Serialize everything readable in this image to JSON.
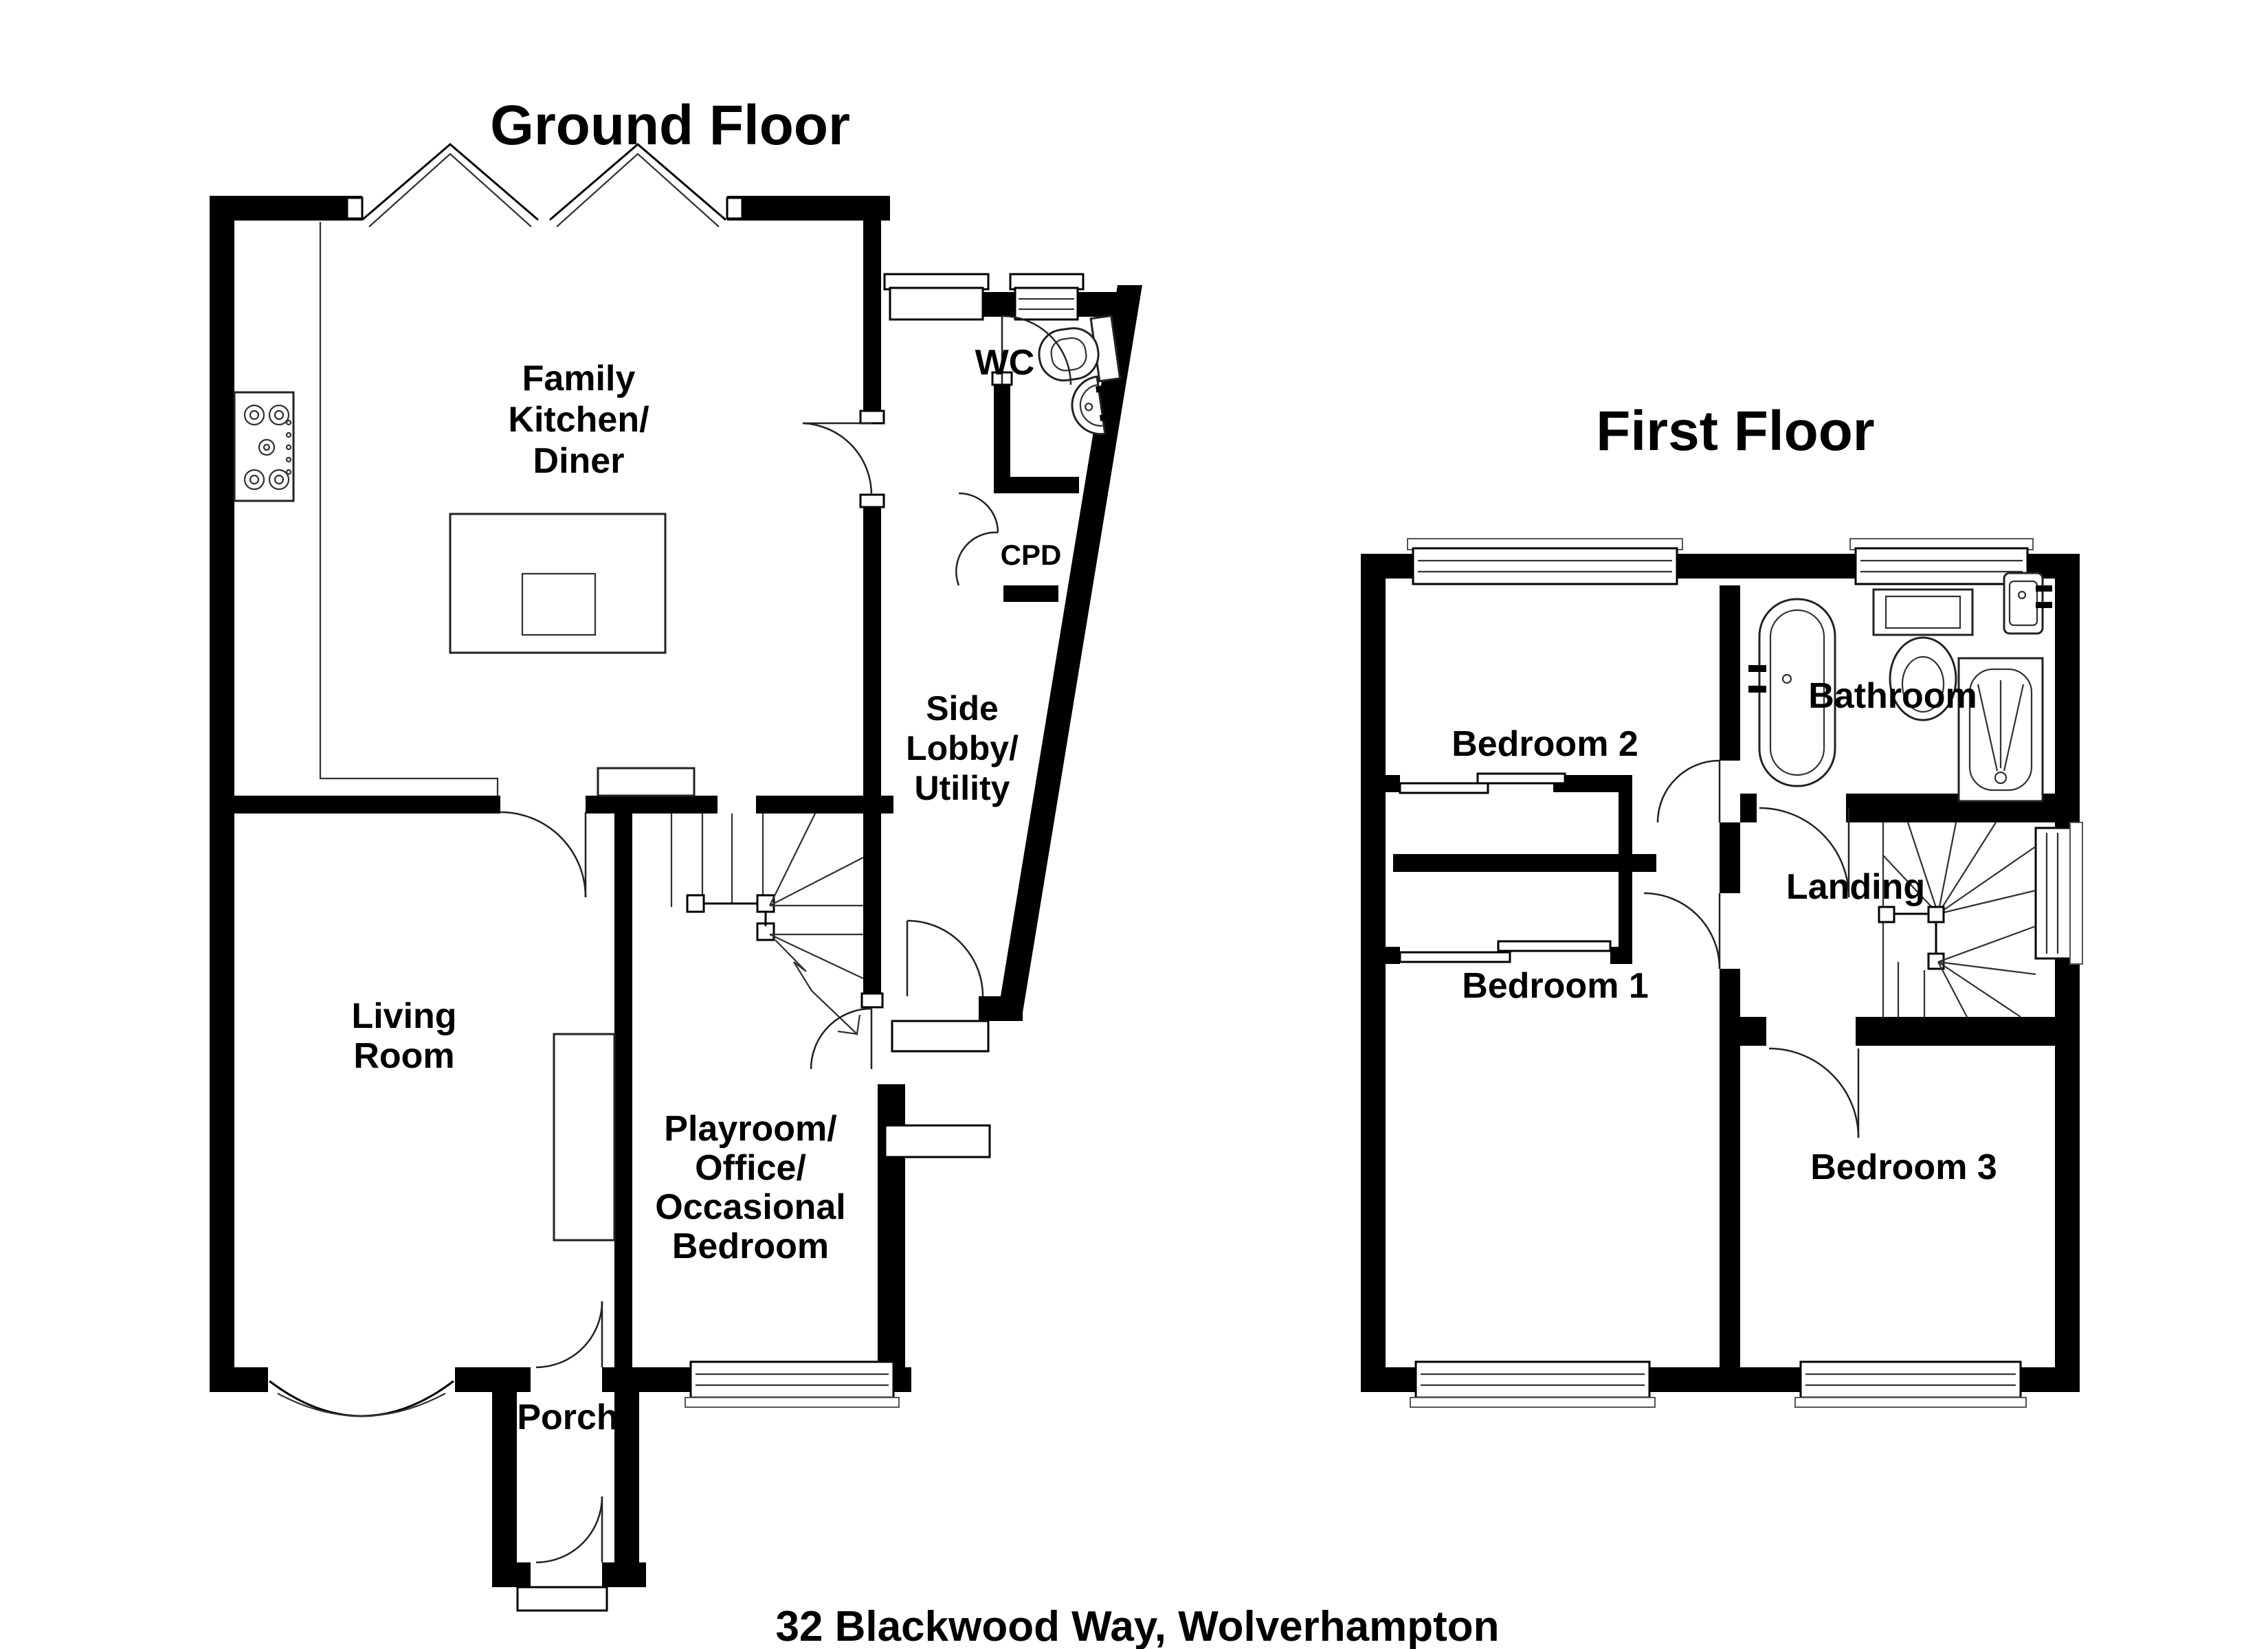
{
  "document": {
    "type": "estate-agent floorplan",
    "caption": "32 Blackwood Way, Wolverhampton",
    "ink_color": "#000000",
    "background_color": "#ffffff"
  },
  "ground_floor": {
    "title": "Ground Floor",
    "rooms": {
      "kitchen": {
        "name": "Family Kitchen/Diner",
        "lines": [
          "Family",
          "Kitchen/",
          "Diner"
        ]
      },
      "wc": {
        "name": "WC",
        "lines": [
          "WC"
        ]
      },
      "cpd": {
        "name": "CPD",
        "lines": [
          "CPD"
        ]
      },
      "side_lobby": {
        "name": "Side Lobby/Utility",
        "lines": [
          "Side",
          "Lobby/",
          "Utility"
        ]
      },
      "living": {
        "name": "Living Room",
        "lines": [
          "Living",
          "Room"
        ]
      },
      "playroom": {
        "name": "Playroom/Office/Occasional Bedroom",
        "lines": [
          "Playroom/",
          "Office/",
          "Occasional",
          "Bedroom"
        ]
      },
      "porch": {
        "name": "Porch",
        "lines": [
          "Porch"
        ]
      }
    },
    "fixtures": [
      "hob-icon",
      "kitchen-counter",
      "kitchen-island",
      "bifold-door-chevrons",
      "toilet-icon",
      "basin-icon",
      "cupboard-bifold-doors",
      "stairs-up-icon",
      "bay-window",
      "windows",
      "door-arcs",
      "entrance-steps"
    ]
  },
  "first_floor": {
    "title": "First Floor",
    "rooms": {
      "bedroom2": {
        "name": "Bedroom 2",
        "lines": [
          "Bedroom 2"
        ]
      },
      "bathroom": {
        "name": "Bathroom",
        "lines": [
          "Bathroom"
        ]
      },
      "landing": {
        "name": "Landing",
        "lines": [
          "Landing"
        ]
      },
      "bedroom1": {
        "name": "Bedroom 1",
        "lines": [
          "Bedroom 1"
        ]
      },
      "bedroom3": {
        "name": "Bedroom 3",
        "lines": [
          "Bedroom 3"
        ]
      }
    },
    "fixtures": [
      "bath-icon",
      "toilet-icon",
      "basin-icon",
      "shower-icon",
      "stairs-icon",
      "sliding-wardrobe-doors",
      "landing-window",
      "windows",
      "door-arcs"
    ]
  }
}
